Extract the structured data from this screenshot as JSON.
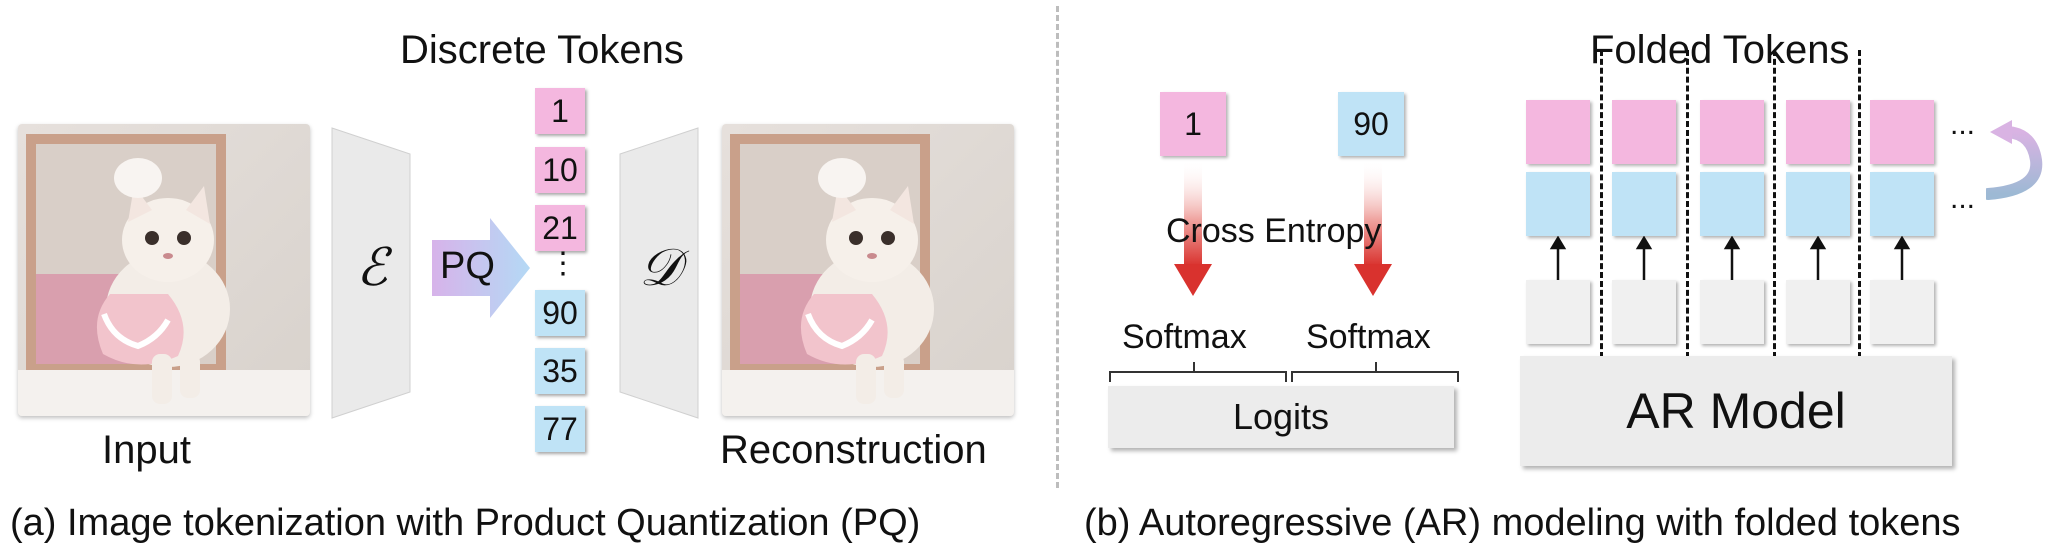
{
  "panel_a": {
    "title": "Discrete Tokens",
    "input_label": "Input",
    "reconstruction_label": "Reconstruction",
    "encoder_symbol": "ℰ",
    "decoder_symbol": "𝒟",
    "pq_label": "PQ",
    "tokens_top": [
      "1",
      "10",
      "21"
    ],
    "ellipsis": "⋮",
    "tokens_bottom": [
      "90",
      "35",
      "77"
    ],
    "caption": "(a) Image tokenization with Product Quantization (PQ)"
  },
  "panel_b": {
    "token_left": "1",
    "token_right": "90",
    "cross_entropy": "Cross Entropy",
    "softmax_left": "Softmax",
    "softmax_right": "Softmax",
    "logits": "Logits",
    "folded_title": "Folded Tokens",
    "ellipsis_top": "...",
    "ellipsis_mid": "...",
    "model_label": "AR Model",
    "caption": "(b) Autoregressive (AR) modeling with folded tokens"
  },
  "colors": {
    "pink": "#f4b7df",
    "blue": "#bfe3f6",
    "gray": "#f0f0f0",
    "arrow_red": "#d9322e"
  }
}
